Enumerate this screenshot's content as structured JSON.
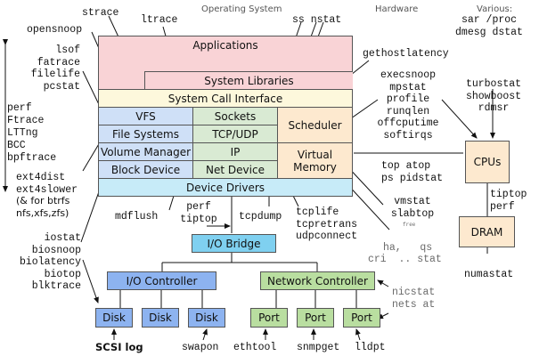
{
  "headers": {
    "os": "Operating System",
    "hardware": "Hardware",
    "various": "Various:"
  },
  "boxes": {
    "applications": "Applications",
    "system_libraries": "System Libraries",
    "syscall_interface": "System Call Interface",
    "vfs": "VFS",
    "file_systems": "File Systems",
    "volume_manager": "Volume Manager",
    "block_device": "Block Device",
    "sockets": "Sockets",
    "tcp_udp": "TCP/UDP",
    "ip": "IP",
    "net_device": "Net Device",
    "scheduler": "Scheduler",
    "virtual_memory": "Virtual\nMemory",
    "device_drivers": "Device Drivers",
    "io_bridge": "I/O Bridge",
    "io_controller": "I/O Controller",
    "network_controller": "Network Controller",
    "disks": [
      "Disk",
      "Disk",
      "Disk"
    ],
    "ports": [
      "Port",
      "Port",
      "Port"
    ],
    "cpus": "CPUs",
    "dram": "DRAM"
  },
  "tools": {
    "strace": "strace",
    "ltrace": "ltrace",
    "opensnoop": "opensnoop",
    "file_tools": "lsof\nfatrace\nfilelife\npcstat",
    "tracers": "perf\nFtrace\nLTTng\nBCC\nbpftrace",
    "ext4": "ext4dist\next4slower",
    "ext4_note": "(& for btrfs\nnfs,xfs,zfs)",
    "ss_nstat": "ss nstat",
    "various": "sar /proc\ndmesg dstat",
    "gethostlatency": "gethostlatency",
    "scheduler_tools": "execsnoop\nmpstat\nprofile\nrunqlen\noffcputime\nsoftirqs",
    "cpu_tools": "turbostat\nshowboost\nrdmsr",
    "top_tools": "top atop\nps pidstat",
    "vm_tools": "vmstat\nslabtop",
    "vm_tools_partial": "free",
    "hardirqs_partial": "ha,   qs",
    "criticalstat_partial": "cri  .. stat",
    "mdflush": "mdflush",
    "perf_tiptop_bridge": "perf\ntiptop",
    "tcpdump": "tcpdump",
    "tcp_tools": "tcplife\ntcpretrans\nudpconnect",
    "tiptop_perf": "tiptop\nperf",
    "numastat": "numastat",
    "block_tools": "iostat\nbiosnoop\nbiolatency\nbiotop\nblktrace",
    "nicstat_partial": "nicstat",
    "netstat_partial": "nets at",
    "scsi_log": "SCSI log",
    "swapon": "swapon",
    "ethtool": "ethtool",
    "snmpget": "snmpget",
    "lldptool": "lldpt"
  }
}
